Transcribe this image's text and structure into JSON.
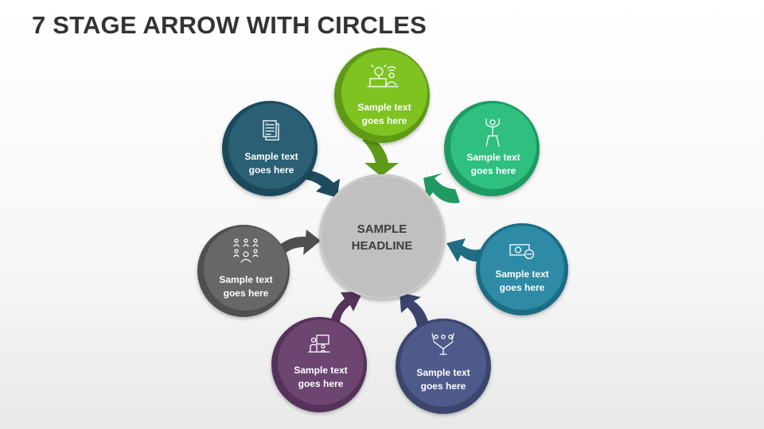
{
  "title": "7 STAGE ARROW WITH CIRCLES",
  "center": {
    "line1": "SAMPLE",
    "line2": "HEADLINE",
    "color": "#c0c0c0"
  },
  "stages": [
    {
      "line1": "Sample text",
      "line2": "goes here",
      "icon": "idea-people-icon",
      "color": "#7ec322",
      "dark": "#5e9a18"
    },
    {
      "line1": "Sample text",
      "line2": "goes here",
      "icon": "strongman-icon",
      "color": "#2fbf7e",
      "dark": "#1f9a62"
    },
    {
      "line1": "Sample text",
      "line2": "goes here",
      "icon": "money-minus-icon",
      "color": "#2e8aa5",
      "dark": "#1f6c84"
    },
    {
      "line1": "Sample text",
      "line2": "goes here",
      "icon": "team-celebrate-icon",
      "color": "#4d5a8a",
      "dark": "#3a446d"
    },
    {
      "line1": "Sample text",
      "line2": "goes here",
      "icon": "presentation-icon",
      "color": "#6c4571",
      "dark": "#55335a"
    },
    {
      "line1": "Sample text",
      "line2": "goes here",
      "icon": "team-network-icon",
      "color": "#676767",
      "dark": "#4f4f4f"
    },
    {
      "line1": "Sample text",
      "line2": "goes here",
      "icon": "document-icon",
      "color": "#2a5f74",
      "dark": "#1d4a5c"
    }
  ]
}
